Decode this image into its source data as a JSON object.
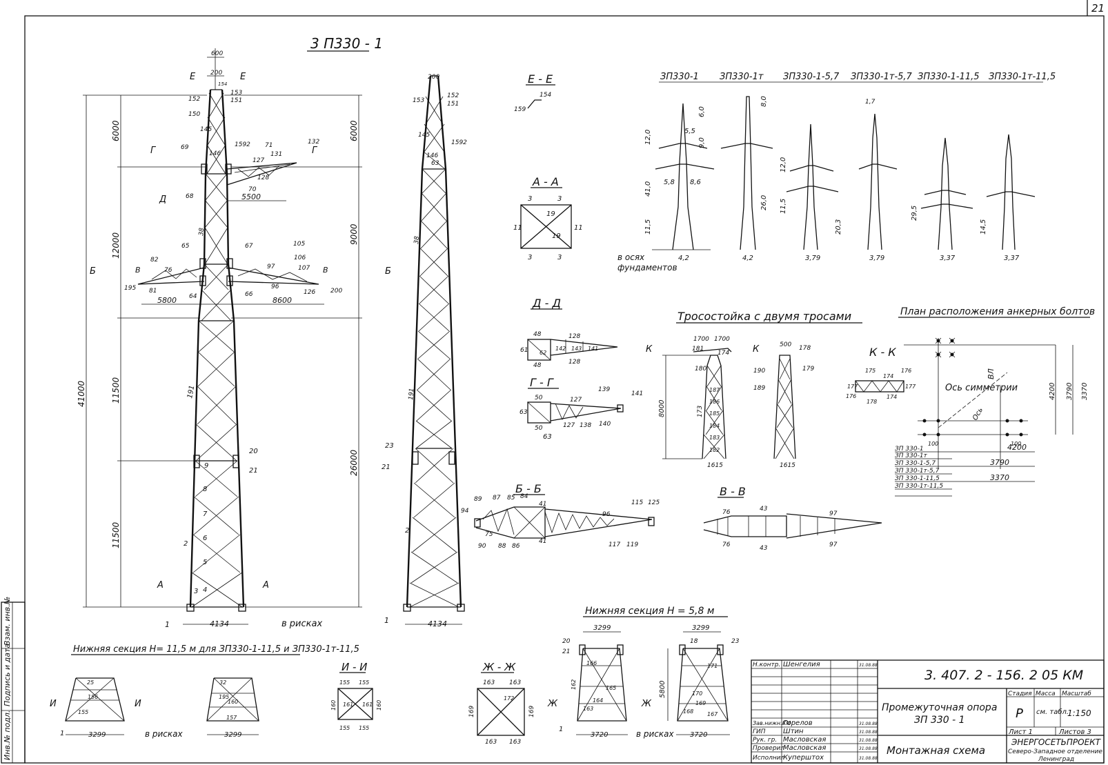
{
  "sheet_number": "21",
  "main_view": {
    "title": "3 П330 - 1",
    "dim_top": "600",
    "dim_top2": "200",
    "dims_left": [
      "6000",
      "12000",
      "11500",
      "11500"
    ],
    "dim_total": "41000",
    "dims_right": [
      "6000",
      "9000",
      "26000"
    ],
    "crossarm_upper": "5500",
    "crossarm_left": "5800",
    "crossarm_right": "8600",
    "base_width": "4134",
    "base_note": "в рисках",
    "section_marks": [
      "Е",
      "Е",
      "Г",
      "Г",
      "Д",
      "Б",
      "Б",
      "В",
      "В",
      "А",
      "А"
    ],
    "parts_lower": [
      "2",
      "3",
      "4",
      "5",
      "6",
      "7",
      "8",
      "9",
      "191",
      "20",
      "21",
      "1"
    ],
    "parts_upper": [
      "152",
      "150",
      "145",
      "146",
      "69",
      "68",
      "65",
      "67",
      "82",
      "76",
      "81",
      "195",
      "126",
      "105",
      "106",
      "107",
      "38",
      "97",
      "96",
      "64",
      "66",
      "1592",
      "71",
      "131",
      "132",
      "127",
      "128",
      "70",
      "153",
      "154",
      "151",
      "200"
    ]
  },
  "side_view": {
    "dim_top": "200",
    "base_width": "4134",
    "parts": [
      "153",
      "152",
      "151",
      "145",
      "146",
      "1592",
      "63",
      "38",
      "191",
      "2",
      "23",
      "21",
      "1"
    ]
  },
  "section_ee": {
    "title": "Е - Е",
    "parts": [
      "154",
      "159"
    ]
  },
  "section_aa": {
    "title": "А - А",
    "parts": [
      "3",
      "3",
      "11",
      "19",
      "19",
      "11",
      "3",
      "3"
    ]
  },
  "section_dd": {
    "title": "Д - Д",
    "parts": [
      "48",
      "61",
      "62",
      "128",
      "142",
      "143",
      "141",
      "48",
      "128"
    ]
  },
  "section_gg": {
    "title": "Г - Г",
    "parts": [
      "50",
      "63",
      "127",
      "139",
      "141",
      "50",
      "127",
      "138",
      "140",
      "63"
    ]
  },
  "section_bb": {
    "title": "Б - Б",
    "parts": [
      "89",
      "87",
      "85",
      "84",
      "41",
      "94",
      "75",
      "90",
      "88",
      "86",
      "41",
      "96",
      "115",
      "125",
      "117",
      "119"
    ]
  },
  "section_vv": {
    "title": "В - В",
    "parts": [
      "76",
      "43",
      "97",
      "76",
      "43",
      "97"
    ]
  },
  "variants": {
    "labels": [
      "ЗП330-1",
      "ЗП330-1т",
      "ЗП330-1-5,7",
      "ЗП330-1т-5,7",
      "ЗП330-1-11,5",
      "ЗП330-1т-11,5"
    ],
    "dims": [
      "6,0",
      "9,0",
      "12,0",
      "41,0",
      "11,5",
      "5,5",
      "5,8",
      "8,6",
      "4,2",
      "26,0",
      "20,3",
      "3,79",
      "3,37",
      "29,5",
      "14,5",
      "8,0",
      "1,7"
    ],
    "note_line1": "в осях",
    "note_line2": "фундаментов"
  },
  "tross": {
    "title": "Тросостойка с двумя тросами",
    "dims": [
      "1700",
      "1700",
      "8000",
      "1615",
      "500",
      "1615"
    ],
    "marks": [
      "К",
      "К"
    ],
    "parts": [
      "181",
      "174",
      "180",
      "178",
      "179",
      "190",
      "189",
      "173",
      "182",
      "183",
      "184",
      "185",
      "186",
      "187"
    ]
  },
  "section_kk": {
    "title": "К - К",
    "parts": [
      "175",
      "174",
      "176",
      "177",
      "176",
      "178",
      "174",
      "177"
    ]
  },
  "anchor_plan": {
    "title": "План расположения анкерных болтов",
    "axis_label": "Ось симметрии",
    "vl_label": "ВЛ",
    "axis2": "Ось",
    "dims": [
      "4200",
      "3790",
      "3370",
      "100",
      "100"
    ],
    "rows": [
      "ЗП 330-1",
      "ЗП 330-1т",
      "ЗП 330-1-5,7",
      "ЗП 330-1т-5,7",
      "ЗП 330-1-11,5",
      "ЗП 330-1т-11,5"
    ],
    "row_dims": [
      "4200",
      "3790",
      "3370"
    ]
  },
  "lower_h115": {
    "title": "Нижняя секция Н= 11,5 м для ЗП330-1-11,5 и ЗП330-1т-11,5",
    "width": "3299",
    "note": "в рисках",
    "marks": [
      "И",
      "И"
    ],
    "parts": [
      "25",
      "156",
      "155",
      "32",
      "195",
      "160",
      "157",
      "1"
    ]
  },
  "section_ii": {
    "title": "И - И",
    "parts": [
      "155",
      "155",
      "160",
      "161",
      "161",
      "160",
      "155",
      "155"
    ]
  },
  "section_zhzh": {
    "title": "Ж - Ж",
    "parts": [
      "163",
      "163",
      "169",
      "172",
      "169",
      "163",
      "163"
    ]
  },
  "lower_h58": {
    "title": "Нижняя секция Н = 5,8 м",
    "width_top": "3299",
    "width_bottom": "3720",
    "dim_height": "5800",
    "note": "в рисках",
    "marks": [
      "Ж",
      "Ж"
    ],
    "parts": [
      "20",
      "21",
      "166",
      "165",
      "164",
      "162",
      "163",
      "23",
      "18",
      "171",
      "170",
      "169",
      "168",
      "167",
      "1"
    ]
  },
  "title_block": {
    "doc_code": "3. 407. 2 - 156. 2   05 КМ",
    "name_line1": "Промежуточная опора",
    "name_line2": "ЗП 330 - 1",
    "sheet_title": "Монтажная схема",
    "stage_h": "Стадия",
    "mass_h": "Масса",
    "scale_h": "Масштаб",
    "stage": "Р",
    "mass": "см. табл.",
    "scale": "1:150",
    "sheet": "Лист 1",
    "sheets": "Листов 3",
    "org1": "ЭНЕРГОСЕТЬПРОЕКТ",
    "org2": "Северо-Западное отделение",
    "org3": "Ленинград",
    "roles": [
      "Н.контр.",
      "Зав.нижн.КМ",
      "ГИП",
      "Рук. гр.",
      "Проверил",
      "Исполнил"
    ],
    "names": [
      "Шенгелия",
      "Горелов",
      "Штин",
      "Масловская",
      "Масловская",
      "Куперштох"
    ],
    "dates": [
      "31.08.88",
      "31.08.88",
      "31.08.88",
      "31.08.88",
      "31.08.88",
      "31.08.88"
    ]
  },
  "side_stamp": [
    "Инв.№ подл.",
    "Подпись и дата",
    "Взам. инв.№"
  ]
}
